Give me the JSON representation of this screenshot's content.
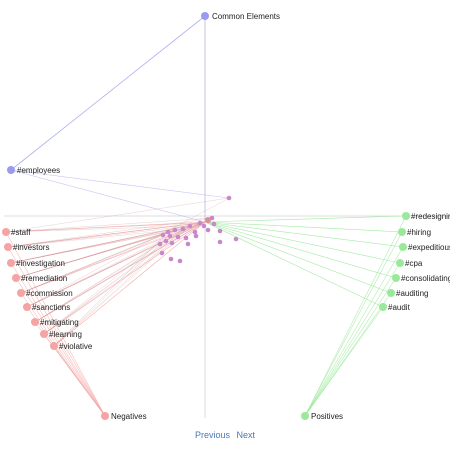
{
  "chart_data": {
    "type": "scatter",
    "title": "",
    "anchors": {
      "common": {
        "label": "Common Elements",
        "color": "#9a9af0"
      },
      "negatives": {
        "label": "Negatives",
        "color": "#f5a3a3"
      },
      "positives": {
        "label": "Positives",
        "color": "#9be89b"
      }
    },
    "common_terms": [
      {
        "label": "#employees",
        "color": "#9a9af0"
      }
    ],
    "negative_terms": [
      {
        "label": "#staff"
      },
      {
        "label": "#investors"
      },
      {
        "label": "#investigation"
      },
      {
        "label": "#remediation"
      },
      {
        "label": "#commission"
      },
      {
        "label": "#sanctions"
      },
      {
        "label": "#mitigating"
      },
      {
        "label": "#learning"
      },
      {
        "label": "#violative"
      }
    ],
    "positive_terms": [
      {
        "label": "#redesigning"
      },
      {
        "label": "#hiring"
      },
      {
        "label": "#expeditious"
      },
      {
        "label": "#cpa"
      },
      {
        "label": "#consolidating"
      },
      {
        "label": "#auditing"
      },
      {
        "label": "#audit"
      }
    ],
    "colors": {
      "negative": "#f5a3a3",
      "positive": "#9be89b",
      "common": "#9a9af0",
      "center": "#c987c9",
      "axis": "#dddddd"
    }
  },
  "nav": {
    "previous_label": "Previous",
    "next_label": "Next"
  }
}
